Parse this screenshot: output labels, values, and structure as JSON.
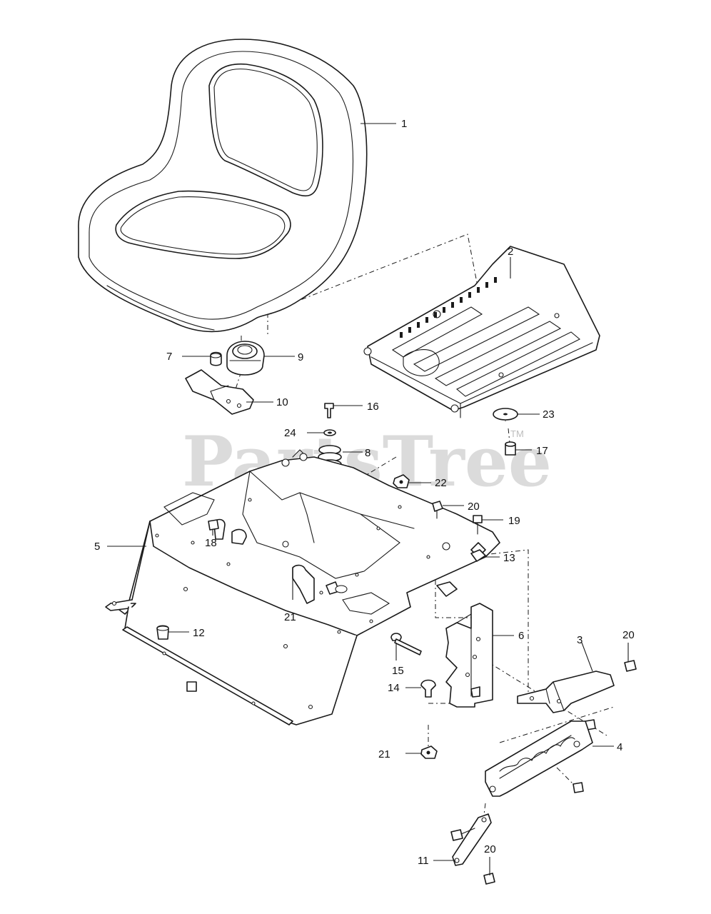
{
  "watermark": {
    "text": "PartsTree",
    "trademark": "TM"
  },
  "callouts": {
    "c1": "1",
    "c2": "2",
    "c3": "3",
    "c4": "4",
    "c5": "5",
    "c6": "6",
    "c7": "7",
    "c8": "8",
    "c9": "9",
    "c10": "10",
    "c11": "11",
    "c12": "12",
    "c13": "13",
    "c14": "14",
    "c15": "15",
    "c16": "16",
    "c17": "17",
    "c18": "18",
    "c19": "19",
    "c20a": "20",
    "c20b": "20",
    "c20c": "20",
    "c21a": "21",
    "c21b": "21",
    "c22": "22",
    "c23": "23",
    "c24": "24"
  }
}
